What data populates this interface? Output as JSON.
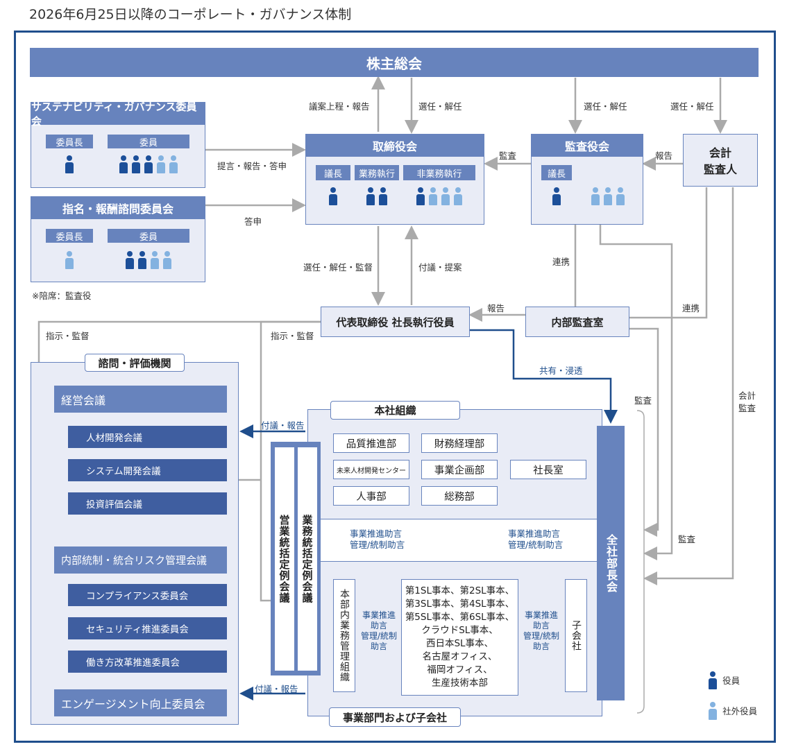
{
  "title": "2026年6月25日以降のコーポレート・ガバナンス体制",
  "shareholders": "株主総会",
  "sustain": {
    "title": "サステナビリティ・ガバナンス委員会",
    "chair": "委員長",
    "members": "委員"
  },
  "nominate": {
    "title": "指名・報酬諮問委員会",
    "chair": "委員長",
    "members": "委員"
  },
  "note": "※陪席：監査役",
  "board": {
    "title": "取締役会",
    "chair": "議長",
    "exec": "業務執行",
    "nonexec": "非業務執行"
  },
  "audit": {
    "title": "監査役会",
    "chair": "議長"
  },
  "accountant": {
    "line1": "会計",
    "line2": "監査人"
  },
  "ceo": "代表取締役 社長執行役員",
  "internal_audit": "内部監査室",
  "advisory": {
    "title": "諮問・評価機関",
    "mgmt": "経営会議",
    "sub1": [
      "人材開発会議",
      "システム開発会議",
      "投資評価会議"
    ],
    "risk": "内部統制・統合リスク管理会議",
    "sub2": [
      "コンプライアンス委員会",
      "セキュリティ推進委員会",
      "働き方改革推進委員会"
    ],
    "engage": "エンゲージメント向上委員会"
  },
  "hq": {
    "title": "本社組織",
    "depts": [
      "品質推進部",
      "財務経理部",
      "未来人材開発センター",
      "事業企画部",
      "社長室",
      "人事部",
      "総務部"
    ]
  },
  "sales_meeting": "営業統括定例会議",
  "ops_meeting": "業務統括定例会議",
  "all_heads": "全社部長会",
  "div_mgmt": "本部内業務管理組織",
  "divisions": [
    "第1SL事本、第2SL事本、",
    "第3SL事本、第4SL事本、",
    "第5SL事本、第6SL事本、",
    "クラウドSL事本、",
    "西日本SL事本、",
    "名古屋オフィス、",
    "福岡オフィス、",
    "生産技術本部"
  ],
  "subsidiary": "子会社",
  "biz_title": "事業部門および子会社",
  "labels": {
    "proposal_report": "議案上程・報告",
    "elect_dismiss": "選任・解任",
    "propose_report_answer": "提言・報告・答申",
    "answer": "答申",
    "audit": "監査",
    "report": "報告",
    "elect_dismiss_supervise": "選任・解任・監督",
    "refer_propose": "付議・提案",
    "cooperate": "連携",
    "instruct_supervise": "指示・監督",
    "share_spread": "共有・浸透",
    "refer_report": "付議・報告",
    "accounting_audit": "会計\n監査",
    "advice_line1": "事業推進助言",
    "advice_line2": "管理/統制助言",
    "advice_small": [
      "事業推進",
      "助言",
      "管理/統制",
      "助言"
    ]
  },
  "legend": {
    "officer": "役員",
    "outside": "社外役員"
  },
  "people": {
    "sustain_chair": [
      "i"
    ],
    "sustain_members": [
      "i",
      "i",
      "i",
      "o",
      "o"
    ],
    "nominate_chair": [
      "o"
    ],
    "nominate_members": [
      "i",
      "i",
      "o",
      "o"
    ],
    "board_chair": [
      "i"
    ],
    "board_exec": [
      "i",
      "i"
    ],
    "board_nonexec": [
      "i",
      "o",
      "o",
      "o"
    ],
    "audit_chair": [
      "i"
    ],
    "audit_members": [
      "o",
      "o",
      "o"
    ]
  },
  "colors": {
    "primary": "#6783bd",
    "dark": "#3f5ea0",
    "frame": "#1f4e8c",
    "officer": "#1c4f99",
    "outside": "#83b2e0",
    "gray": "#aaaaaa"
  }
}
